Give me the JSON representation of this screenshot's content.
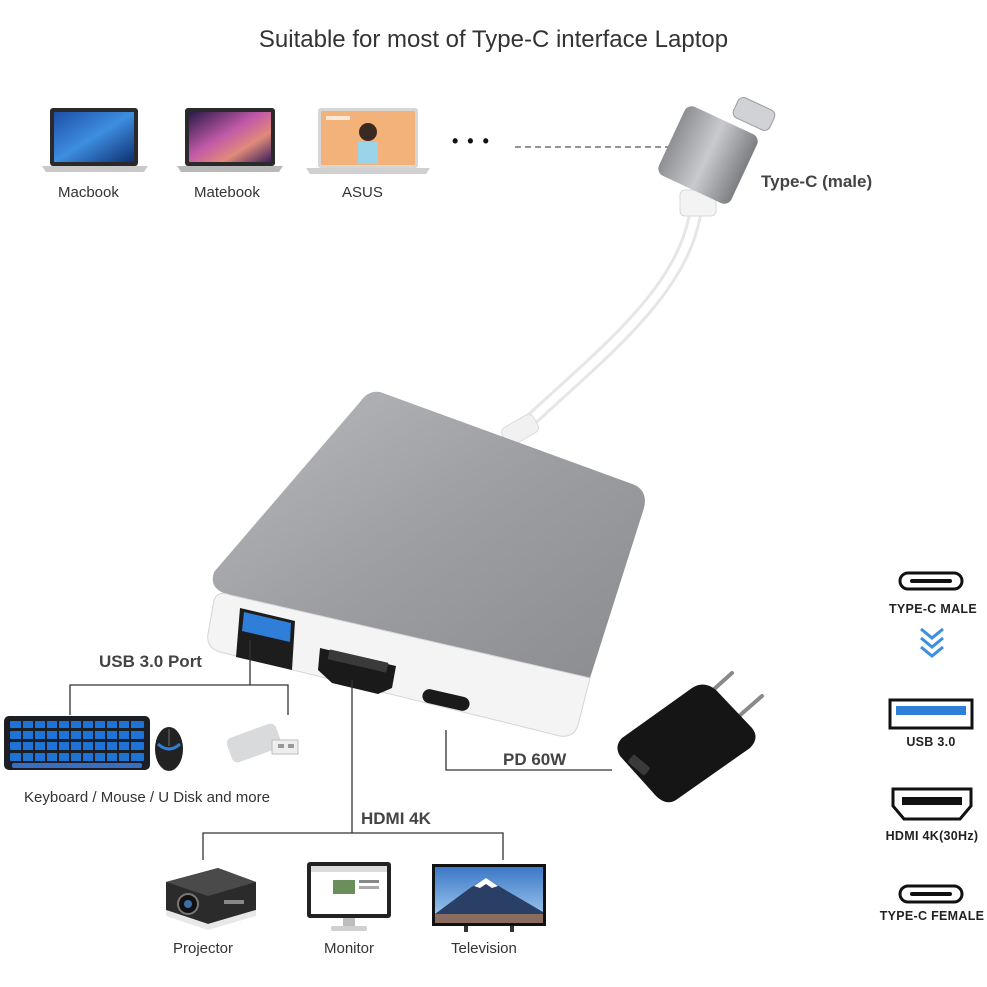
{
  "title": "Suitable for most of Type-C interface Laptop",
  "laptops": [
    {
      "label": "Macbook",
      "icon": "laptop-macbook-icon"
    },
    {
      "label": "Matebook",
      "icon": "laptop-matebook-icon"
    },
    {
      "label": "ASUS",
      "icon": "laptop-asus-icon"
    }
  ],
  "ellipsis": "• • •",
  "callouts": {
    "type_c_male": "Type-C (male)",
    "usb_port": "USB 3.0 Port",
    "usb_devices": "Keyboard / Mouse / U Disk and more",
    "pd": "PD 60W",
    "hdmi": "HDMI 4K"
  },
  "hdmi_devices": [
    {
      "label": "Projector",
      "icon": "projector-icon"
    },
    {
      "label": "Monitor",
      "icon": "monitor-icon"
    },
    {
      "label": "Television",
      "icon": "television-icon"
    }
  ],
  "legend": [
    {
      "label": "TYPE-C MALE",
      "icon": "type-c-port-icon"
    },
    {
      "label": "USB 3.0",
      "icon": "usb-port-icon"
    },
    {
      "label": "HDMI 4K(30Hz)",
      "icon": "hdmi-port-icon"
    },
    {
      "label": "TYPE-C FEMALE",
      "icon": "type-c-port-icon"
    }
  ],
  "colors": {
    "hub_body": "#a3a5a9",
    "usb_blue": "#2f7fd8",
    "arrow_blue": "#3a8fe0",
    "line": "#333333"
  }
}
